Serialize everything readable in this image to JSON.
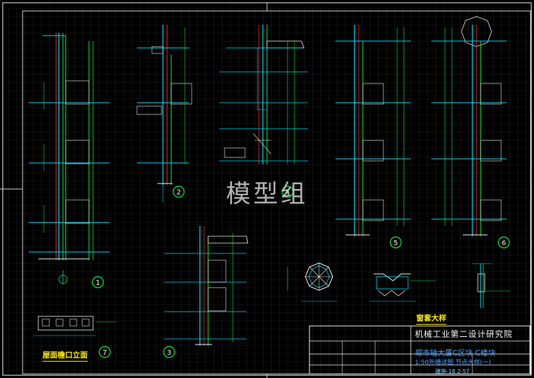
{
  "title_block": {
    "institute": "机械工业第二设计研究院",
    "project": "郑市轴大厦C区块  C楼块",
    "sheet": "1:50外墙详图   节点大样(一)",
    "drawing_no": "建施-18  2-57"
  },
  "labels": {
    "roof_facade": "屋面檐口立面",
    "window_detail": "窗套大样"
  },
  "watermark": "模型组",
  "detail_markers": [
    "1",
    "2",
    "3",
    "4",
    "5",
    "6",
    "7"
  ],
  "colors": {
    "background": "#000000",
    "grid": "#3a3a3a",
    "border": "#ffffff",
    "cyan": "#00e5ff",
    "green": "#00ff3c",
    "white": "#ffffff",
    "yellow": "#ffee00",
    "red": "#ff2d2d",
    "blue": "#4aa3ff"
  }
}
